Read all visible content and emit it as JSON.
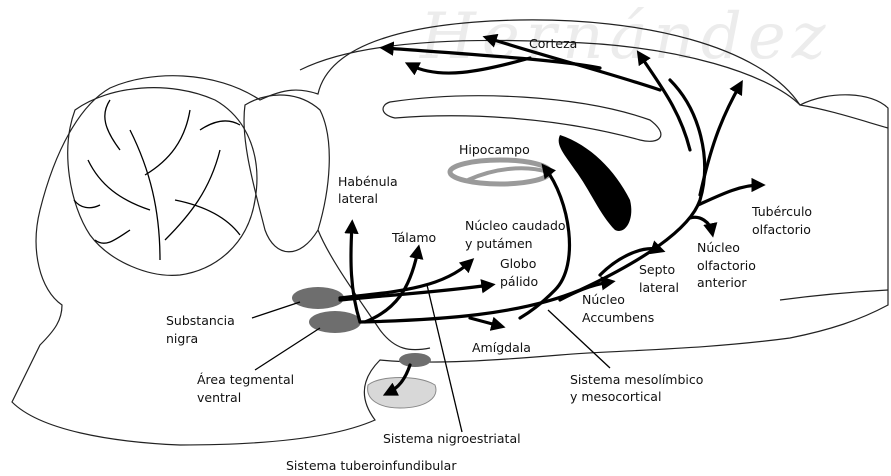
{
  "watermark": "Hernández",
  "labels": {
    "corteza": "Corteza",
    "hipocampo": "Hipocampo",
    "habenula_1": "Habénula",
    "habenula_2": "lateral",
    "talamo": "Tálamo",
    "caudado_1": "Núcleo caudado",
    "caudado_2": "y putámen",
    "globo_1": "Globo",
    "globo_2": "pálido",
    "tuberculo_1": "Tubérculo",
    "tuberculo_2": "olfactorio",
    "nucleo_olf_1": "Núcleo",
    "nucleo_olf_2": "olfactorio",
    "nucleo_olf_3": "anterior",
    "septo_1": "Septo",
    "septo_2": "lateral",
    "accumbens_1": "Núcleo",
    "accumbens_2": "Accumbens",
    "amigdala": "Amígdala",
    "substancia_1": "Substancia",
    "substancia_2": "nigra",
    "area_1": "Área tegmental",
    "area_2": "ventral",
    "mesolimbico_1": "Sistema mesolímbico",
    "mesolimbico_2": "y mesocortical",
    "nigroestriatal": "Sistema nigroestriatal",
    "tuberoinfundibular": "Sistema tuberoinfundibular"
  },
  "colors": {
    "nucleus": "#6e6e6e",
    "hippocampus": "#9a9a9a",
    "pituitary": "#d8d8d8",
    "pathway": "#000000",
    "ventricle": "#000000"
  }
}
